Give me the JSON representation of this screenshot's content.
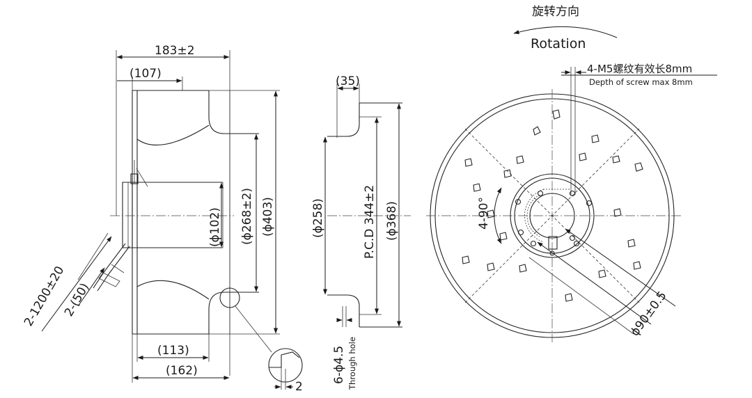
{
  "rotation": {
    "cn": "旋转方向",
    "en": "Rotation"
  },
  "screw_note": {
    "cn": "4-M5螺纹有效长8mm",
    "en": "Depth of screw max  8mm"
  },
  "side_view": {
    "overall_width": "183±2",
    "dim_107": "(107)",
    "dim_113": "(113)",
    "dim_162": "(162)",
    "dia_102": "(ϕ102)",
    "dia_268": "(ϕ268±2)",
    "dia_403": "(ϕ403)",
    "cable_len": "2-1200±20",
    "cable_strip": "2-(50)",
    "detail_2": "2"
  },
  "flange_view": {
    "dim_35": "(35)",
    "dia_258": "(ϕ258)",
    "pcd": "P.C.D 344±2",
    "dia_368": "(ϕ368)",
    "holes": "6-ϕ4.5",
    "holes_note": "Through hole"
  },
  "front_view": {
    "angle": "4-90°",
    "hub_dia": "ϕ90±0.5"
  }
}
